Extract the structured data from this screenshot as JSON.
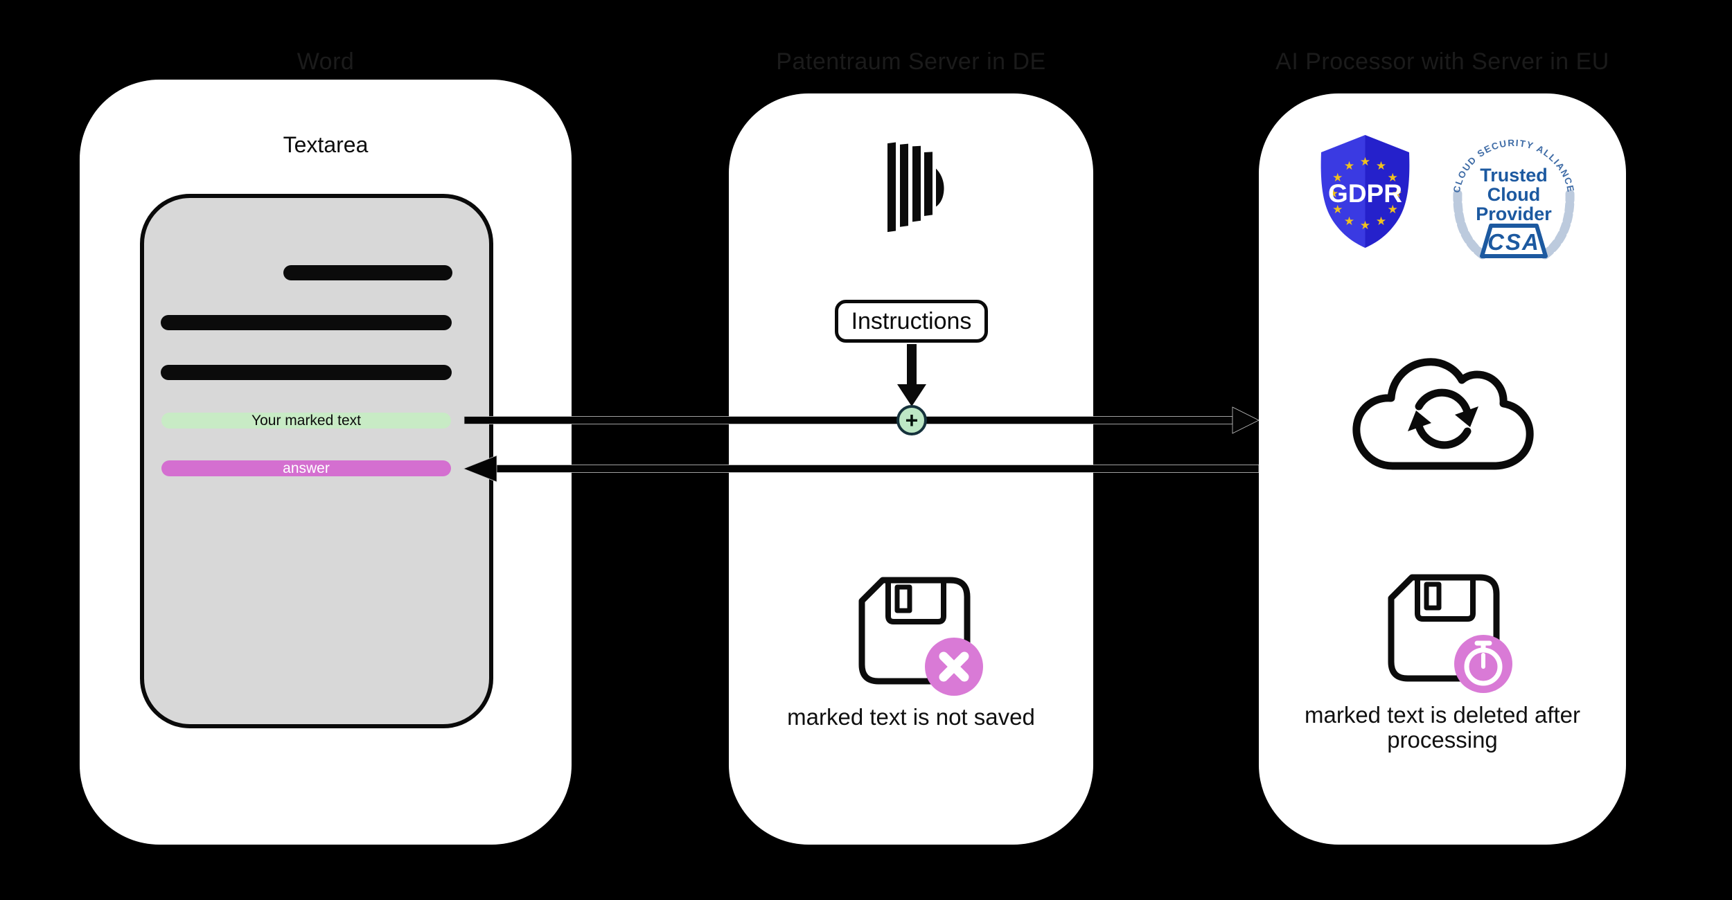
{
  "titles": {
    "col1": "Word",
    "col2": "Patentraum Server in DE",
    "col3": "AI Processor with Server in EU"
  },
  "word_card": {
    "textarea_label": "Textarea",
    "marked_text_pill": "Your marked text",
    "answer_pill": "answer"
  },
  "server_card": {
    "instructions_label": "Instructions",
    "plus_glyph": "+",
    "caption": "marked text is not saved"
  },
  "ai_card": {
    "caption_line1": "marked text is deleted after",
    "caption_line2": "processing",
    "gdpr_badge": {
      "label": "GDPR",
      "star_glyph": "★"
    },
    "csa_badge": {
      "arc_text": "CLOUD SECURITY ALLIANCE",
      "line1": "Trusted",
      "line2": "Cloud",
      "line3": "Provider",
      "mark": "CSA"
    }
  },
  "colors": {
    "background": "#000000",
    "card": "#ffffff",
    "textarea_fill": "#d8d8d8",
    "marked_green": "#c8ebc5",
    "answer_pink": "#d46fd0",
    "badge_pink": "#d97ad6",
    "gdpr_blue_left": "#3a3ae2",
    "gdpr_blue_right": "#2521cb",
    "gdpr_star_gold": "#f0c11e",
    "csa_blue": "#1c59a0",
    "csa_laurel": "#bccadd",
    "ink": "#0a0a0a"
  }
}
